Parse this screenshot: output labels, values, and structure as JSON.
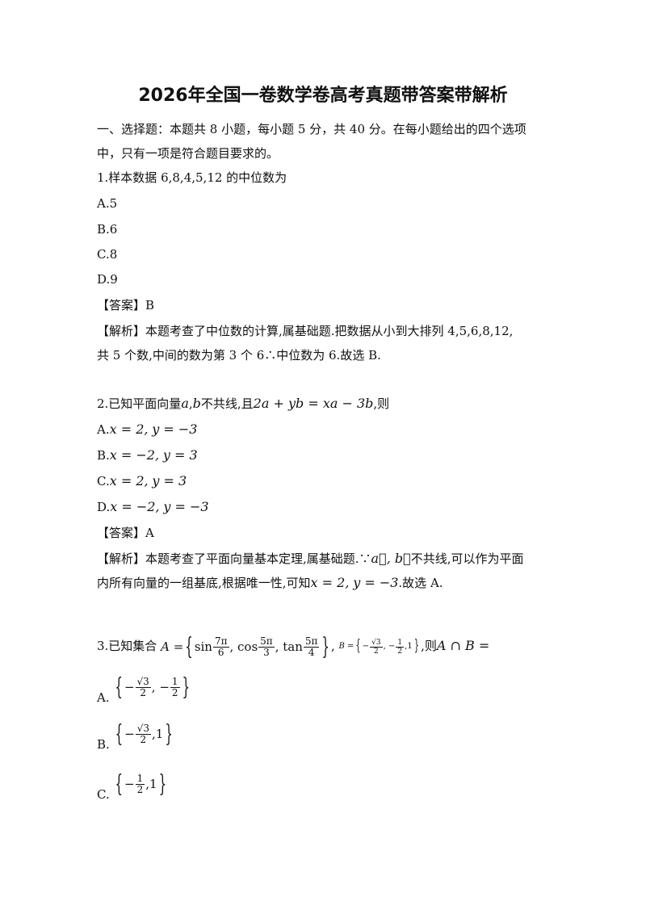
{
  "title": "2026年全国一卷数学卷高考真题带答案带解析",
  "section": {
    "line1": "一、选择题：本题共 8 小题，每小题 5 分，共 40 分。在每小题给出的四个选项",
    "line2": "中，只有一项是符合题目要求的。"
  },
  "q1": {
    "stem": "1.样本数据 6,8,4,5,12 的中位数为",
    "options": [
      "A.5",
      "B.6",
      "C.8",
      "D.9"
    ],
    "answer": "【答案】B",
    "analysis1": "【解析】本题考查了中位数的计算,属基础题.把数据从小到大排列 4,5,6,8,12,",
    "analysis2": "共 5 个数,中间的数为第 3 个 6∴中位数为 6.故选 B."
  },
  "q2": {
    "stem_a": "2.已知平面向量",
    "stem_va": "a",
    "stem_comma": ",",
    "stem_vb": "b",
    "stem_b": "不共线,且",
    "stem_eq": "2a + yb = xa − 3b",
    "stem_c": ",则",
    "options": [
      {
        "label": "A.",
        "x": "x = 2,",
        "y": "y = −3"
      },
      {
        "label": "B.",
        "x": "x = −2,",
        "y": "y = 3"
      },
      {
        "label": "C.",
        "x": "x = 2,",
        "y": "y = 3"
      },
      {
        "label": "D.",
        "x": "x = −2,",
        "y": "y = −3"
      }
    ],
    "answer": "【答案】A",
    "analysis1_a": "【解析】本题考查了平面向量基本定理,属基础题.∵",
    "analysis1_vec": "a⃗, b⃗",
    "analysis1_b": "不共线,可以作为平面",
    "analysis2_a": "内所有向量的一组基底,根据唯一性,可知",
    "analysis2_x": "x = 2,",
    "analysis2_y": "y = −3",
    "analysis2_b": ".故选 A."
  },
  "q3": {
    "stem_a": "3.已知集合",
    "setA_label": "A =",
    "setA_f1_pre": "sin",
    "setA_f1_n": "7π",
    "setA_f1_d": "6",
    "setA_f2_pre": ", cos",
    "setA_f2_n": "5π",
    "setA_f2_d": "3",
    "setA_f3_pre": ", tan",
    "setA_f3_n": "5π",
    "setA_f3_d": "4",
    "setB_label": "B =",
    "setB_f1_n": "√3",
    "setB_f1_d": "2",
    "setB_f2_n": "1",
    "setB_f2_d": "2",
    "setB_last": "1",
    "stem_b": ",则",
    "stem_expr": "A ∩ B =",
    "optA_label": "A.",
    "optA_f1_n": "√3",
    "optA_f1_d": "2",
    "optA_f2_n": "1",
    "optA_f2_d": "2",
    "optB_label": "B.",
    "optB_f1_n": "√3",
    "optB_f1_d": "2",
    "optB_last": "1",
    "optC_label": "C.",
    "optC_f1_n": "1",
    "optC_f1_d": "2",
    "optC_last": "1"
  }
}
